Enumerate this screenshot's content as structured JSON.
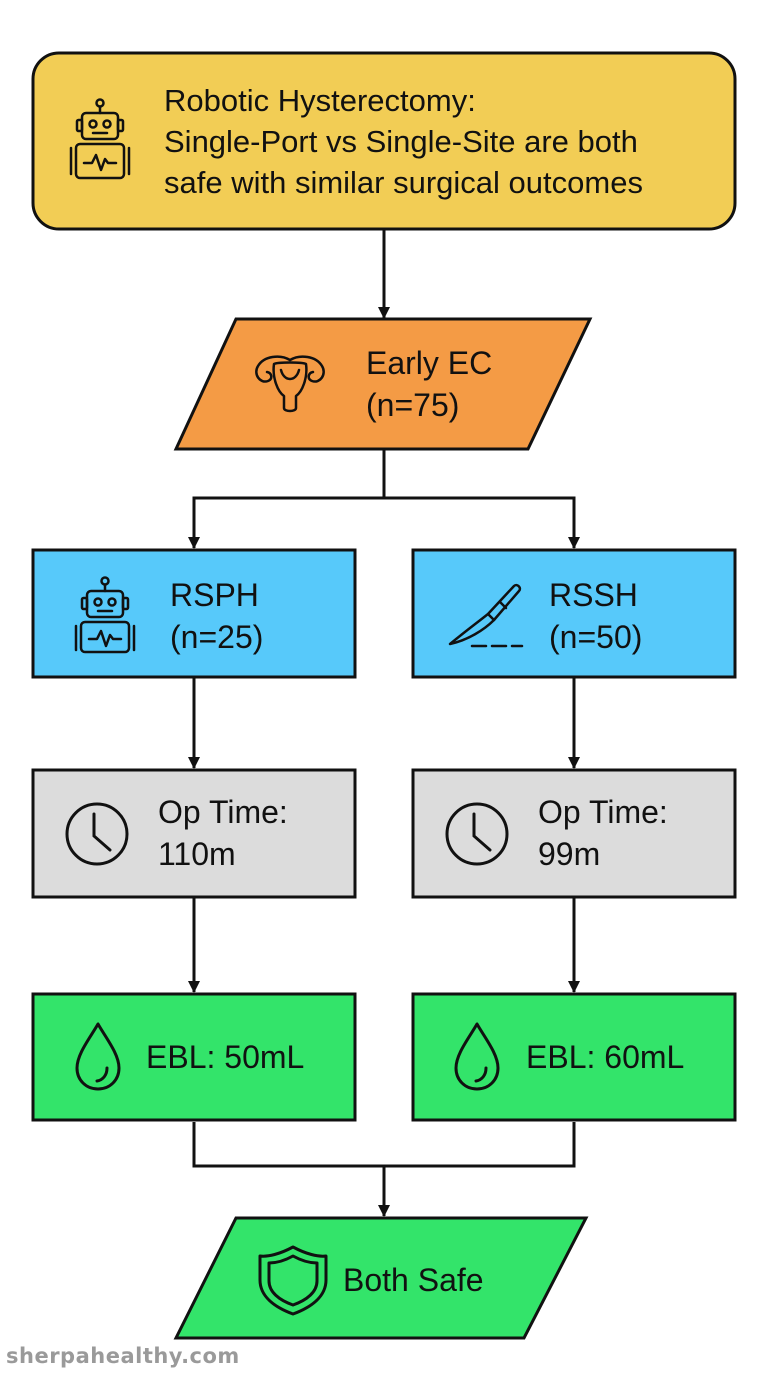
{
  "colors": {
    "title_fill": "#f2cd55",
    "population_fill": "#f49b45",
    "group_fill": "#57c9fa",
    "time_fill": "#dcdcdc",
    "ebl_fill": "#33e46a",
    "stroke": "#111111"
  },
  "title": {
    "icon": "robot-icon",
    "lines": [
      "Robotic Hysterectomy:",
      "Single-Port vs Single-Site are both",
      "safe with similar surgical outcomes"
    ]
  },
  "population": {
    "icon": "uterus-icon",
    "lines": [
      "Early EC",
      "(n=75)"
    ]
  },
  "rsph": {
    "icon": "robot-icon",
    "lines": [
      "RSPH",
      "(n=25)"
    ],
    "op_time_lines": [
      "Op Time:",
      "110m"
    ],
    "ebl": "EBL: 50mL"
  },
  "rssh": {
    "icon": "scalpel-icon",
    "lines": [
      "RSSH",
      "(n=50)"
    ],
    "op_time_lines": [
      "Op Time:",
      "99m"
    ],
    "ebl": "EBL: 60mL"
  },
  "conclusion": {
    "icon": "shield-icon",
    "label": "Both Safe"
  },
  "watermark": "sherpahealthy.com"
}
